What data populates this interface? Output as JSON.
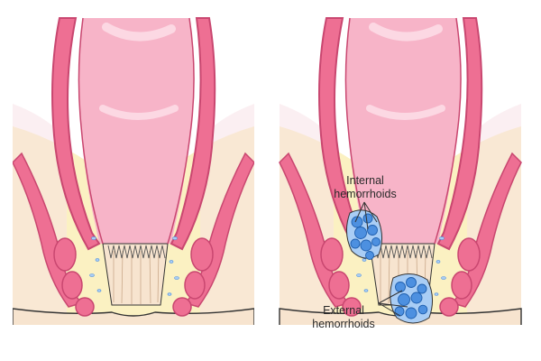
{
  "labels": {
    "internal_line1": "Internal",
    "internal_line2": "hemorrhoids",
    "external_line1": "External",
    "external_line2": "hemorrhoids"
  },
  "colors": {
    "muscle_pink": "#ee6f93",
    "muscle_dark": "#c94770",
    "lumen_pink": "#f7b4c8",
    "lumen_light": "#fcd8e3",
    "fat_yellow": "#fbf1c2",
    "skin": "#f7e4cf",
    "vein_blue": "#4d90e0",
    "vein_light": "#a9cdf5",
    "outline": "#333333"
  }
}
